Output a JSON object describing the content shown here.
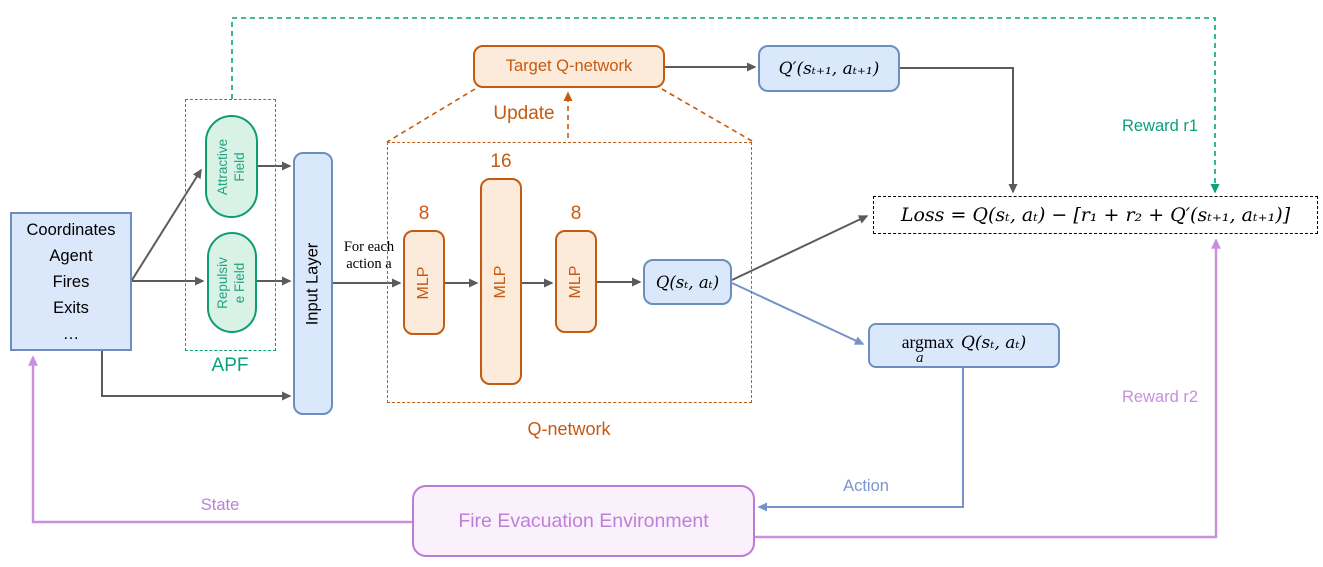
{
  "colors": {
    "blue_border": "#6C8EBF",
    "blue_fill": "#DAE8FC",
    "blue_line": "#7593C9",
    "teal": "#0AA17C",
    "teal_fill": "#D9F2E6",
    "orange": "#C55A11",
    "orange_fill": "#FCEBDB",
    "purple": "#BB7BD7",
    "purple_line": "#C98FDF",
    "purple_fill": "#FAF1FC",
    "gray_line": "#5B5B5B",
    "black": "#000000"
  },
  "state_box": {
    "lines": "Coordinates\nAgent\nFires\nExits\n…"
  },
  "apf": {
    "label": "APF",
    "attractive": "Attractive\nField",
    "repulsive": "Repulsiv\ne Field"
  },
  "input_layer": {
    "label": "Input Layer"
  },
  "q_network": {
    "label": "Q-network",
    "mlp_label": "MLP",
    "layer_sizes": [
      "8",
      "16",
      "8"
    ]
  },
  "target": {
    "label": "Target Q-network"
  },
  "outputs": {
    "q_value": "Q(sₜ, aₜ)",
    "q_prime": "Q′(sₜ₊₁, aₜ₊₁)",
    "loss": "Loss =  Q(sₜ, aₜ) − [r₁ + r₂ + Q′(sₜ₊₁, aₜ₊₁)]",
    "argmax_prefix": "argmax",
    "argmax_sub": "a",
    "argmax_q": "Q(sₜ, aₜ)"
  },
  "environment": {
    "label": "Fire Evacuation Environment"
  },
  "annotations": {
    "for_each": "For each\naction a",
    "update": "Update",
    "reward_r1": "Reward r1",
    "reward_r2": "Reward r2",
    "state": "State",
    "action": "Action"
  }
}
